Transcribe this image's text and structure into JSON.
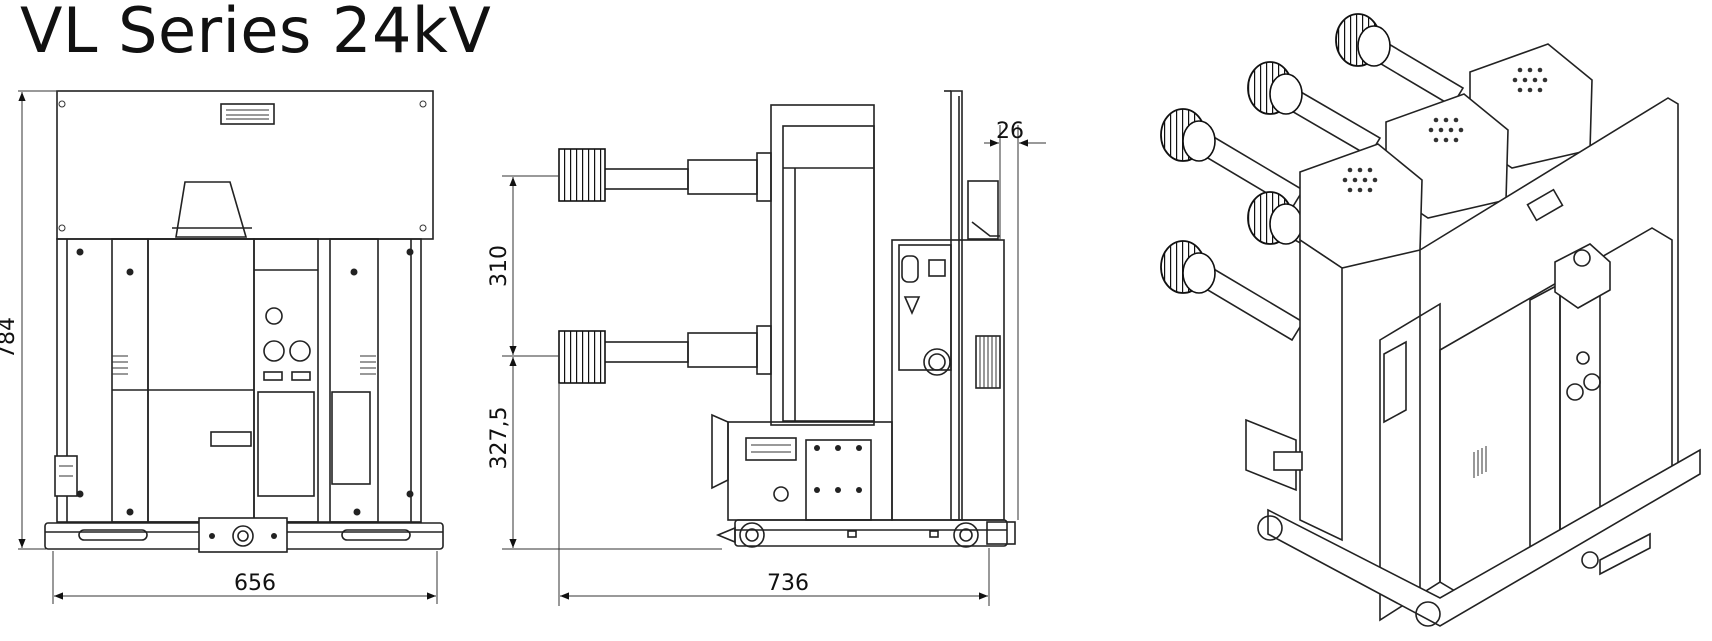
{
  "title": "VL Series 24kV",
  "dimensions": {
    "front_height": "784",
    "front_width": "656",
    "side_upper_spacing": "310",
    "side_lower_height": "327,5",
    "side_depth": "736",
    "side_offset": "26"
  }
}
